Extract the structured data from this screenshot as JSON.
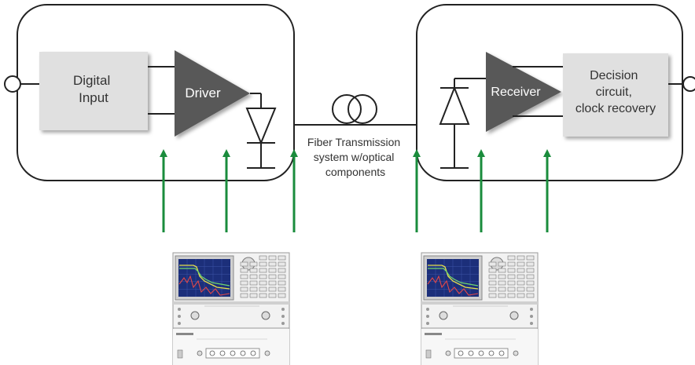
{
  "transmitter": {
    "input_block": "Digital\nInput",
    "amplifier_label": "Driver"
  },
  "receiver": {
    "amplifier_label": "Receiver",
    "output_block": "Decision\ncircuit,\nclock recovery"
  },
  "fiber_link": {
    "label": "Fiber Transmission\nsystem w/optical\ncomponents"
  },
  "colors": {
    "arrow": "#1a8c3c",
    "amplifier": "#585858",
    "block": "#e0e0e0",
    "outline": "#222222"
  },
  "icons": {
    "instrument": "network-analyzer-instrument-icon",
    "fiber": "fiber-spool-icon",
    "photodiode": "photodiode-icon"
  }
}
